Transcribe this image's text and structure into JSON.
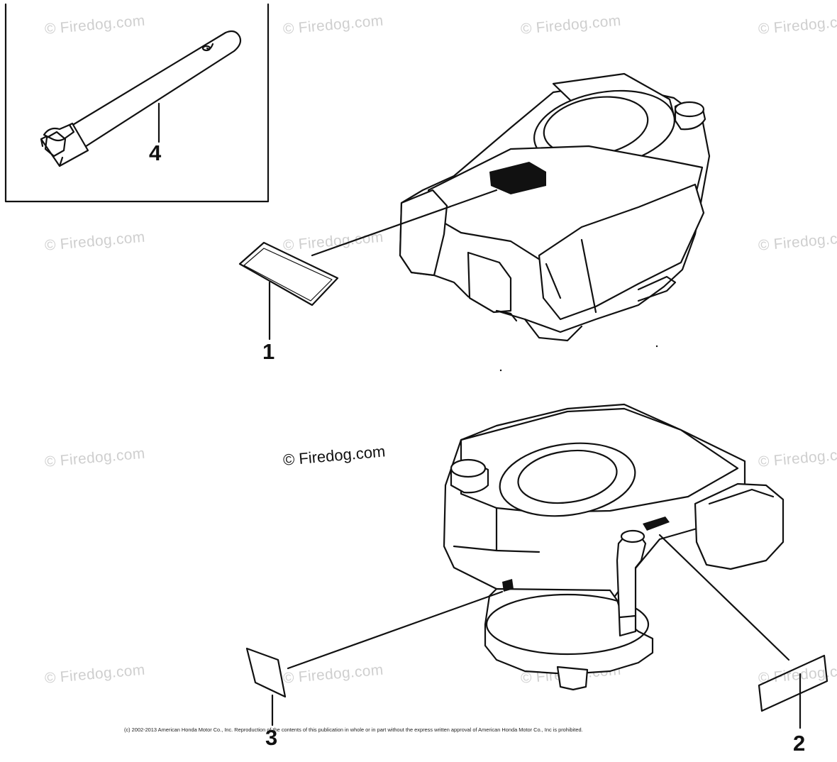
{
  "watermark_text": "© Firedog.com",
  "featured_watermark": "© Firedog.com",
  "callouts": {
    "c1": "1",
    "c2": "2",
    "c3": "3",
    "c4": "4"
  },
  "copyright": "(c) 2002-2013 American Honda Motor Co., Inc. Reproduction of the contents of this publication in whole or in part without the express written approval of American Honda Motor Co., Inc is prohibited.",
  "parts": [
    {
      "ref": "1",
      "icon": "label-sticker-icon"
    },
    {
      "ref": "2",
      "icon": "label-sticker-icon"
    },
    {
      "ref": "3",
      "icon": "label-sticker-icon"
    },
    {
      "ref": "4",
      "icon": "spark-plug-wrench-icon"
    }
  ],
  "colors": {
    "ink": "#111111",
    "watermark": "#cfcfcf",
    "background": "#ffffff"
  }
}
